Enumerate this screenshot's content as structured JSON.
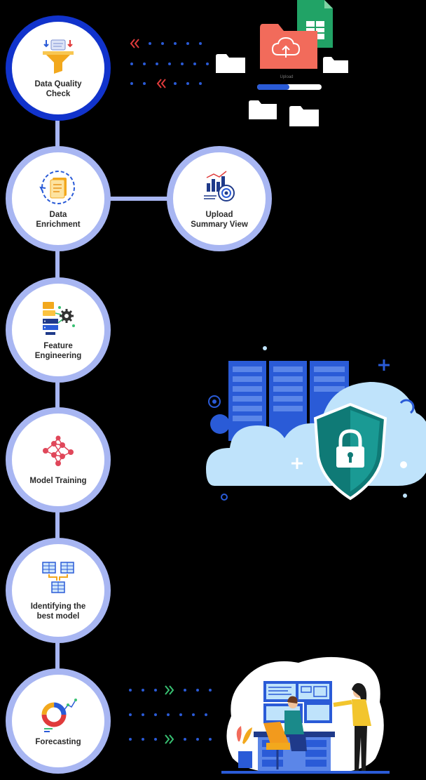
{
  "steps": [
    {
      "id": "data-quality-check",
      "label": "Data Quality\nCheck",
      "icon": "funnel-icon"
    },
    {
      "id": "data-enrichment",
      "label": "Data\nEnrichment",
      "icon": "document-cycle-icon"
    },
    {
      "id": "upload-summary-view",
      "label": "Upload\nSummary View",
      "icon": "chart-target-icon"
    },
    {
      "id": "feature-engineering",
      "label": "Feature\nEngineering",
      "icon": "server-gear-icon"
    },
    {
      "id": "model-training",
      "label": "Model Training",
      "icon": "neural-network-icon"
    },
    {
      "id": "identifying-best-model",
      "label": "Identifying the\nbest model",
      "icon": "model-grid-icon"
    },
    {
      "id": "forecasting",
      "label": "Forecasting",
      "icon": "donut-chart-icon"
    }
  ],
  "colors": {
    "background": "#000000",
    "connector": "#a8b6f2",
    "active_ring": "#1133cc",
    "accent_blue": "#2a5bd7",
    "accent_red": "#e03b3b",
    "accent_green": "#38c172",
    "folder_orange": "#f26b5b",
    "sheet_green": "#21a366",
    "cloud": "#bfe3fb",
    "shield": "#0f7a76"
  },
  "illustrations": {
    "upload": {
      "icon": "cloud-upload-folder-icon",
      "caption": "Upload"
    },
    "security": {
      "icon": "cloud-server-shield-icon"
    },
    "monitoring": {
      "icon": "analysts-dashboard-icon"
    }
  }
}
